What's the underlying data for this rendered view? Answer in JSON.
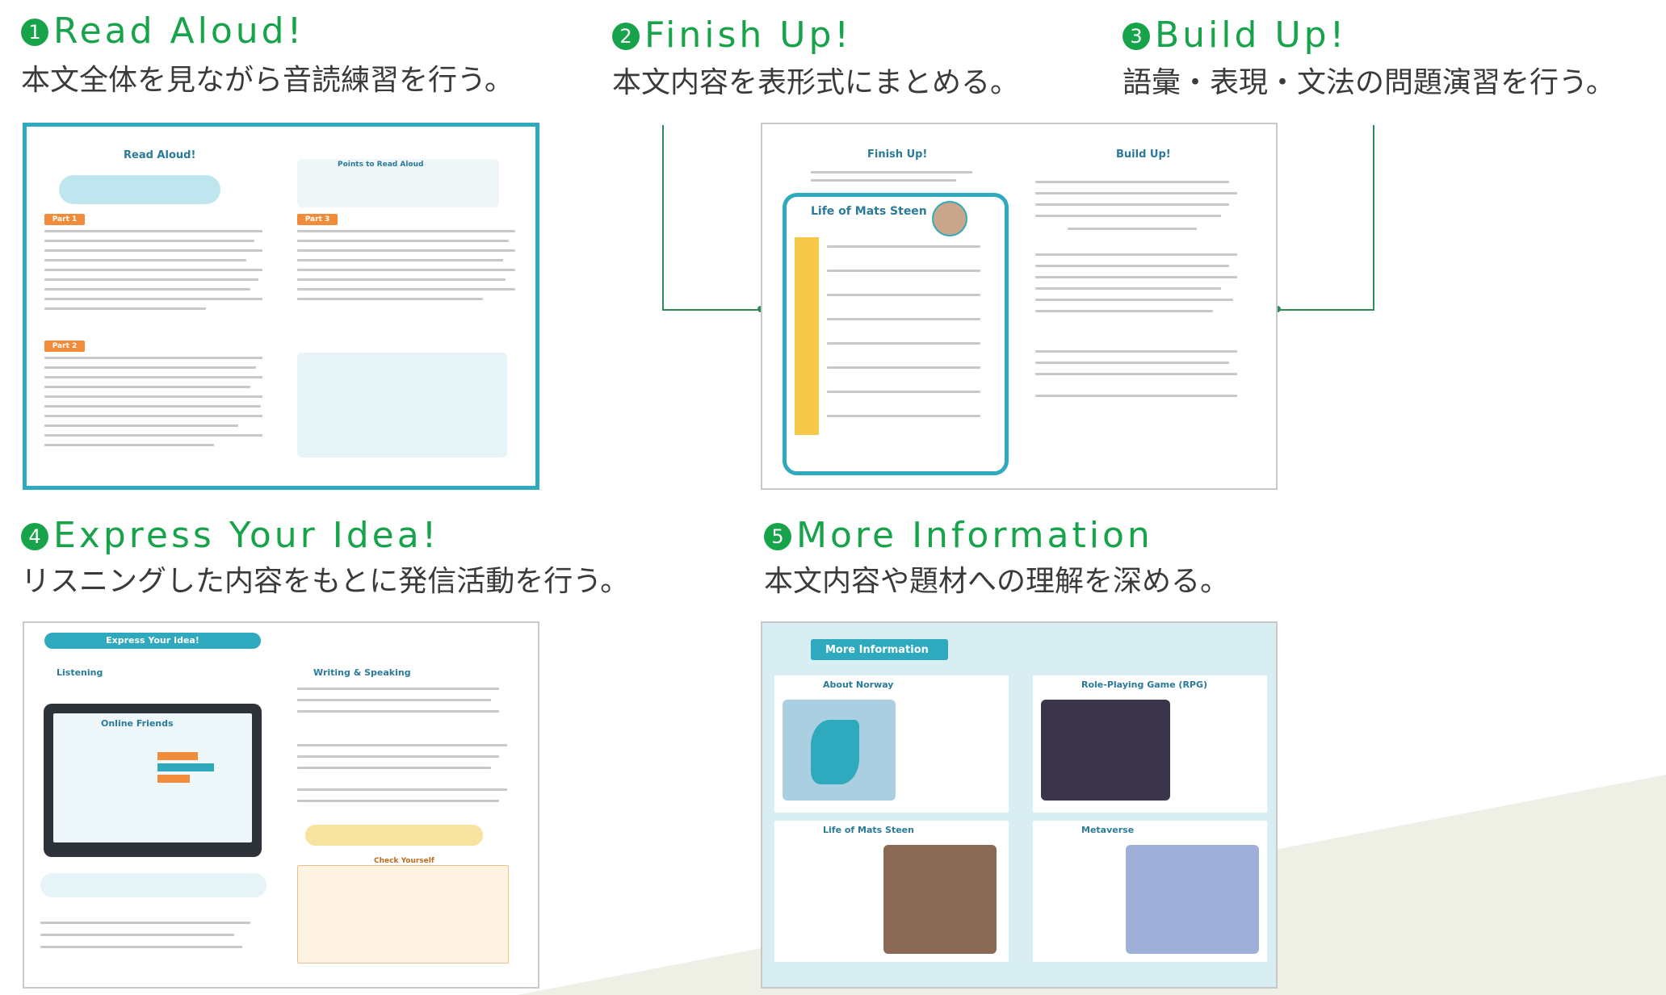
{
  "sections": [
    {
      "num": "1",
      "title": "Read Aloud!",
      "desc": "本文全体を見ながら音読練習を行う。"
    },
    {
      "num": "2",
      "title": "Finish Up!",
      "desc": "本文内容を表形式にまとめる。"
    },
    {
      "num": "3",
      "title": "Build Up!",
      "desc": "語彙・表現・文法の問題演習を行う。"
    },
    {
      "num": "4",
      "title": "Express Your Idea!",
      "desc": "リスニングした内容をもとに発信活動を行う。"
    },
    {
      "num": "5",
      "title": "More Information",
      "desc": "本文内容や題材への理解を深める。"
    }
  ],
  "thumbs": {
    "read_aloud": {
      "heading": "Read Aloud!",
      "part1": "Part 1",
      "part2": "Part 2",
      "part3": "Part 3",
      "points": "Points to Read Aloud"
    },
    "finish_up": {
      "heading": "Finish Up!",
      "card_title": "Life of Mats Steen",
      "build_heading": "Build Up!"
    },
    "express": {
      "heading": "Express Your Idea!",
      "online": "Online Friends",
      "listening": "Listening",
      "writing": "Writing & Speaking",
      "check": "Check Yourself"
    },
    "more_info": {
      "heading": "More Information",
      "info1": "About Norway",
      "info2": "Role-Playing Game (RPG)",
      "info3": "Life of Mats Steen",
      "info4": "Metaverse"
    }
  },
  "colors": {
    "accent_green": "#16a34a",
    "teal": "#2fa9bd",
    "orange": "#f08c3a",
    "yellow": "#f7c948"
  }
}
